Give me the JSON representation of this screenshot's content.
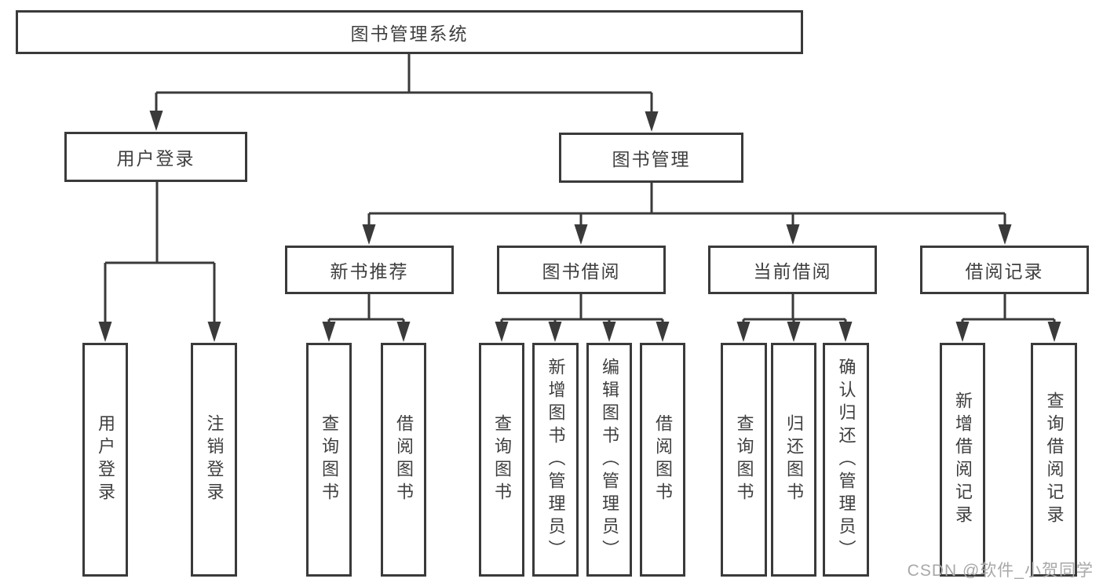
{
  "diagram_title": "图书管理系统",
  "nodes": {
    "root": {
      "label": "图书管理系统"
    },
    "userLogin": {
      "label": "用户登录"
    },
    "bookMgmt": {
      "label": "图书管理"
    },
    "newBooks": {
      "label": "新书推荐"
    },
    "bookBorrow": {
      "label": "图书借阅"
    },
    "currentBorrow": {
      "label": "当前借阅"
    },
    "borrowRecords": {
      "label": "借阅记录"
    },
    "leafUserLogin": {
      "label": "用户登录"
    },
    "leafLogout": {
      "label": "注销登录"
    },
    "leafQueryBook1": {
      "label": "查询图书"
    },
    "leafBorrowBook1": {
      "label": "借阅图书"
    },
    "leafQueryBook2": {
      "label": "查询图书"
    },
    "leafAddBook": {
      "label": "新增图书（管理员）"
    },
    "leafEditBook": {
      "label": "编辑图书（管理员）"
    },
    "leafBorrowBook2": {
      "label": "借阅图书"
    },
    "leafQueryBook3": {
      "label": "查询图书"
    },
    "leafReturnBook": {
      "label": "归还图书"
    },
    "leafConfirmReturn": {
      "label": "确认归还（管理员）"
    },
    "leafAddRecord": {
      "label": "新增借阅记录"
    },
    "leafQueryRecord": {
      "label": "查询借阅记录"
    }
  },
  "edges": [
    [
      "root",
      "userLogin"
    ],
    [
      "root",
      "bookMgmt"
    ],
    [
      "userLogin",
      "leafUserLogin"
    ],
    [
      "userLogin",
      "leafLogout"
    ],
    [
      "bookMgmt",
      "newBooks"
    ],
    [
      "bookMgmt",
      "bookBorrow"
    ],
    [
      "bookMgmt",
      "currentBorrow"
    ],
    [
      "bookMgmt",
      "borrowRecords"
    ],
    [
      "newBooks",
      "leafQueryBook1"
    ],
    [
      "newBooks",
      "leafBorrowBook1"
    ],
    [
      "bookBorrow",
      "leafQueryBook2"
    ],
    [
      "bookBorrow",
      "leafAddBook"
    ],
    [
      "bookBorrow",
      "leafEditBook"
    ],
    [
      "bookBorrow",
      "leafBorrowBook2"
    ],
    [
      "currentBorrow",
      "leafQueryBook3"
    ],
    [
      "currentBorrow",
      "leafReturnBook"
    ],
    [
      "currentBorrow",
      "leafConfirmReturn"
    ],
    [
      "borrowRecords",
      "leafAddRecord"
    ],
    [
      "borrowRecords",
      "leafQueryRecord"
    ]
  ],
  "watermark": {
    "text": "CSDN @软件_小贺同学"
  },
  "colors": {
    "line": "#3a3a3a",
    "box_border": "#3a3a3a",
    "box_fill": "#ffffff",
    "text": "#3f3f3f",
    "watermark": "#a8a8a8",
    "background": "#ffffff"
  }
}
